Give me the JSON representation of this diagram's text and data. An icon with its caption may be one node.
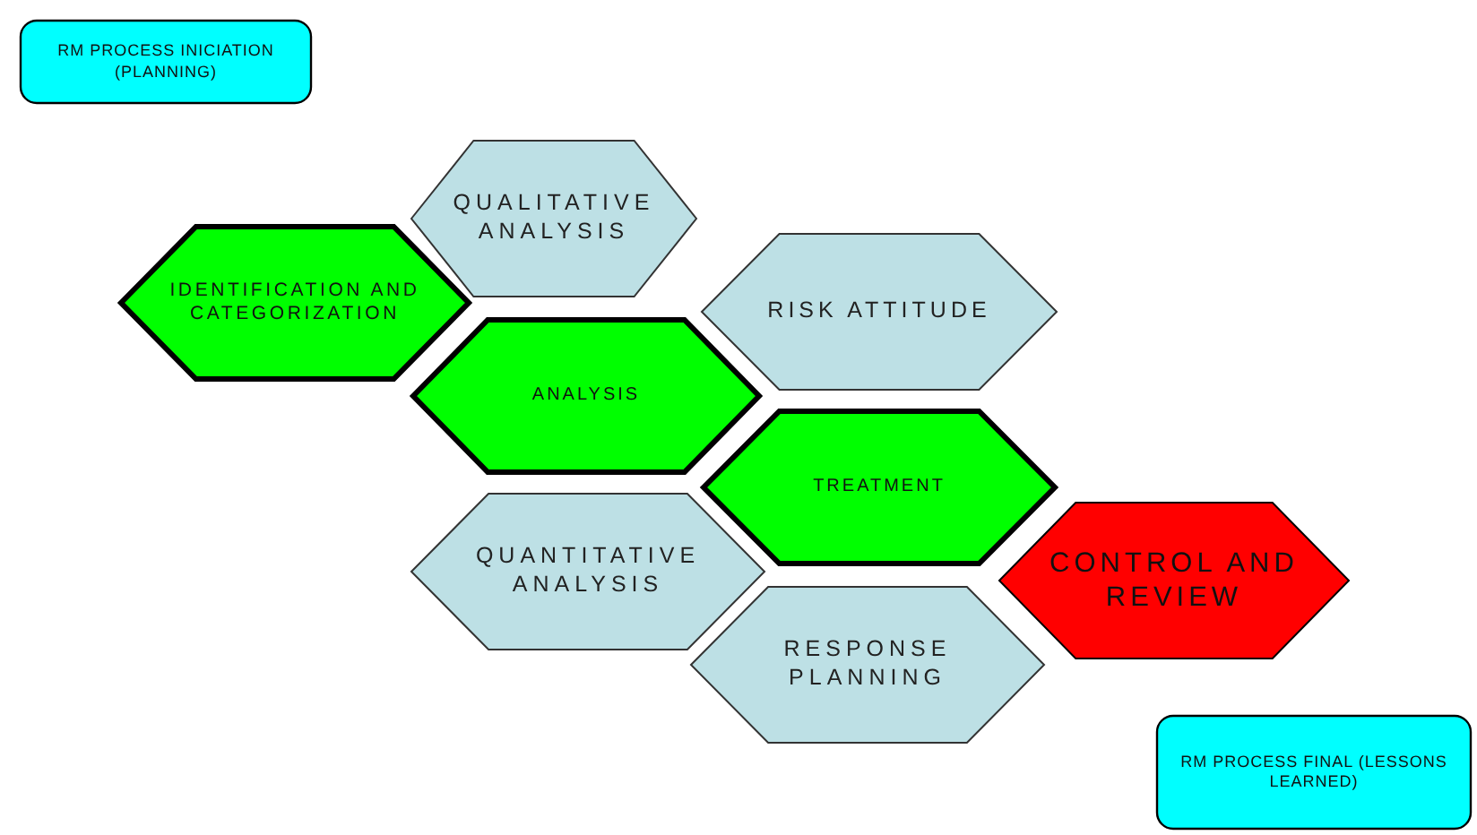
{
  "diagram": {
    "nodes": [
      {
        "text": [
          "RM PROCESS INICIATION (PLANNING)"
        ]
      },
      {
        "text": [
          "QUALITATIVE ANALYSIS"
        ]
      },
      {
        "text": [
          "IDENTIFICATION AND CATEGORIZATION"
        ]
      },
      {
        "text": [
          "RISK ATTITUDE"
        ]
      },
      {
        "text": [
          "ANALYSIS"
        ]
      },
      {
        "text": [
          "TREATMENT"
        ]
      },
      {
        "text": [
          "QUANTITATIVE ANALYSIS"
        ]
      },
      {
        "text": [
          "CONTROL AND REVIEW"
        ]
      },
      {
        "text": [
          "RESPONSE PLANNING"
        ]
      },
      {
        "text": [
          "RM PROCESS FINAL (LESSONS LEARNED)"
        ]
      }
    ]
  }
}
